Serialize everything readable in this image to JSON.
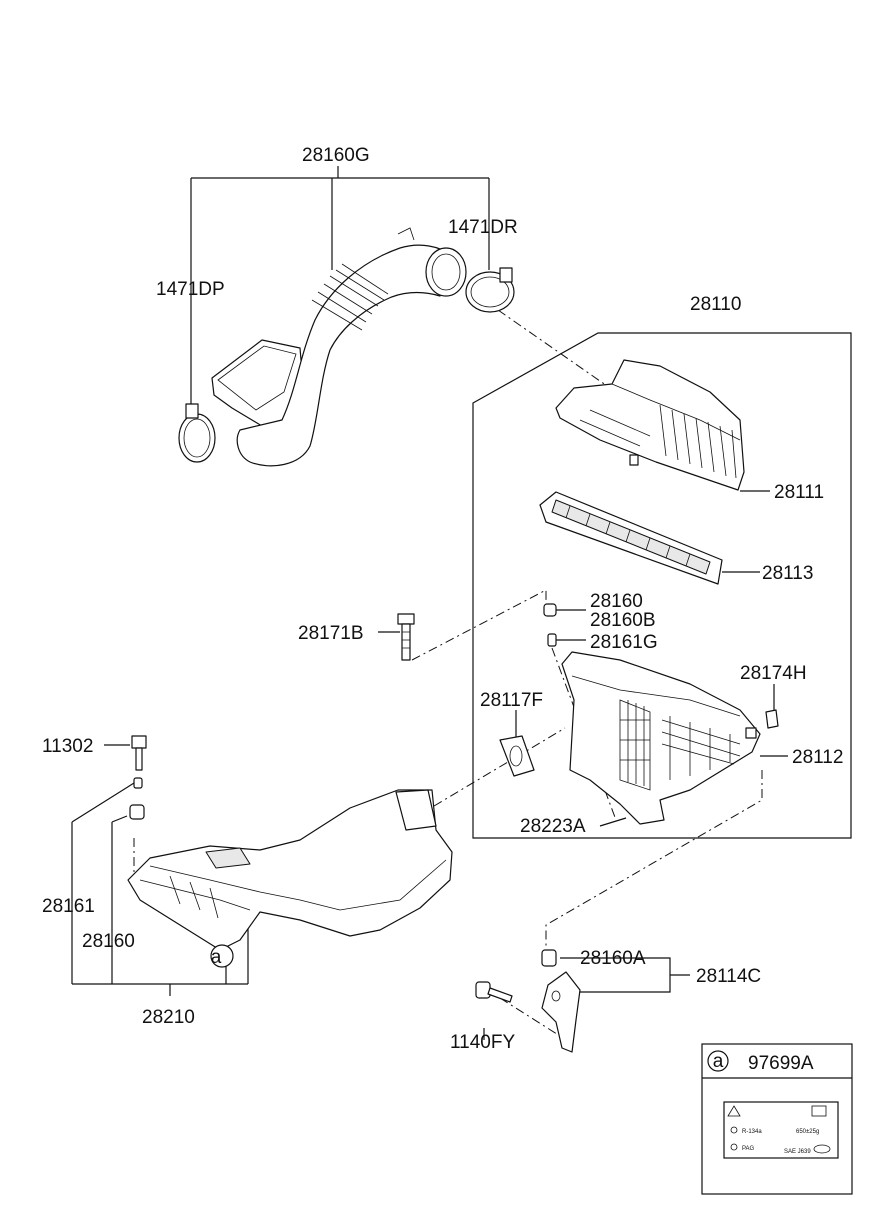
{
  "labels": {
    "p28160G": "28160G",
    "p1471DR": "1471DR",
    "p1471DP": "1471DP",
    "p28110": "28110",
    "p28111": "28111",
    "p28113": "28113",
    "p28160": "28160",
    "p28160B": "28160B",
    "p28171B": "28171B",
    "p28161G": "28161G",
    "p28174H": "28174H",
    "p28117F": "28117F",
    "p28112": "28112",
    "p28223A": "28223A",
    "p11302": "11302",
    "p28161": "28161",
    "p28160_lower": "28160",
    "p28210": "28210",
    "p28160A": "28160A",
    "p28114C": "28114C",
    "p1140FY": "1140FY",
    "p97699A": "97699A"
  },
  "callout": "a",
  "decal": {
    "refrigerant": "R-134a",
    "charge": "650±25g",
    "oil": "PAG",
    "standard": "SAE J639"
  }
}
